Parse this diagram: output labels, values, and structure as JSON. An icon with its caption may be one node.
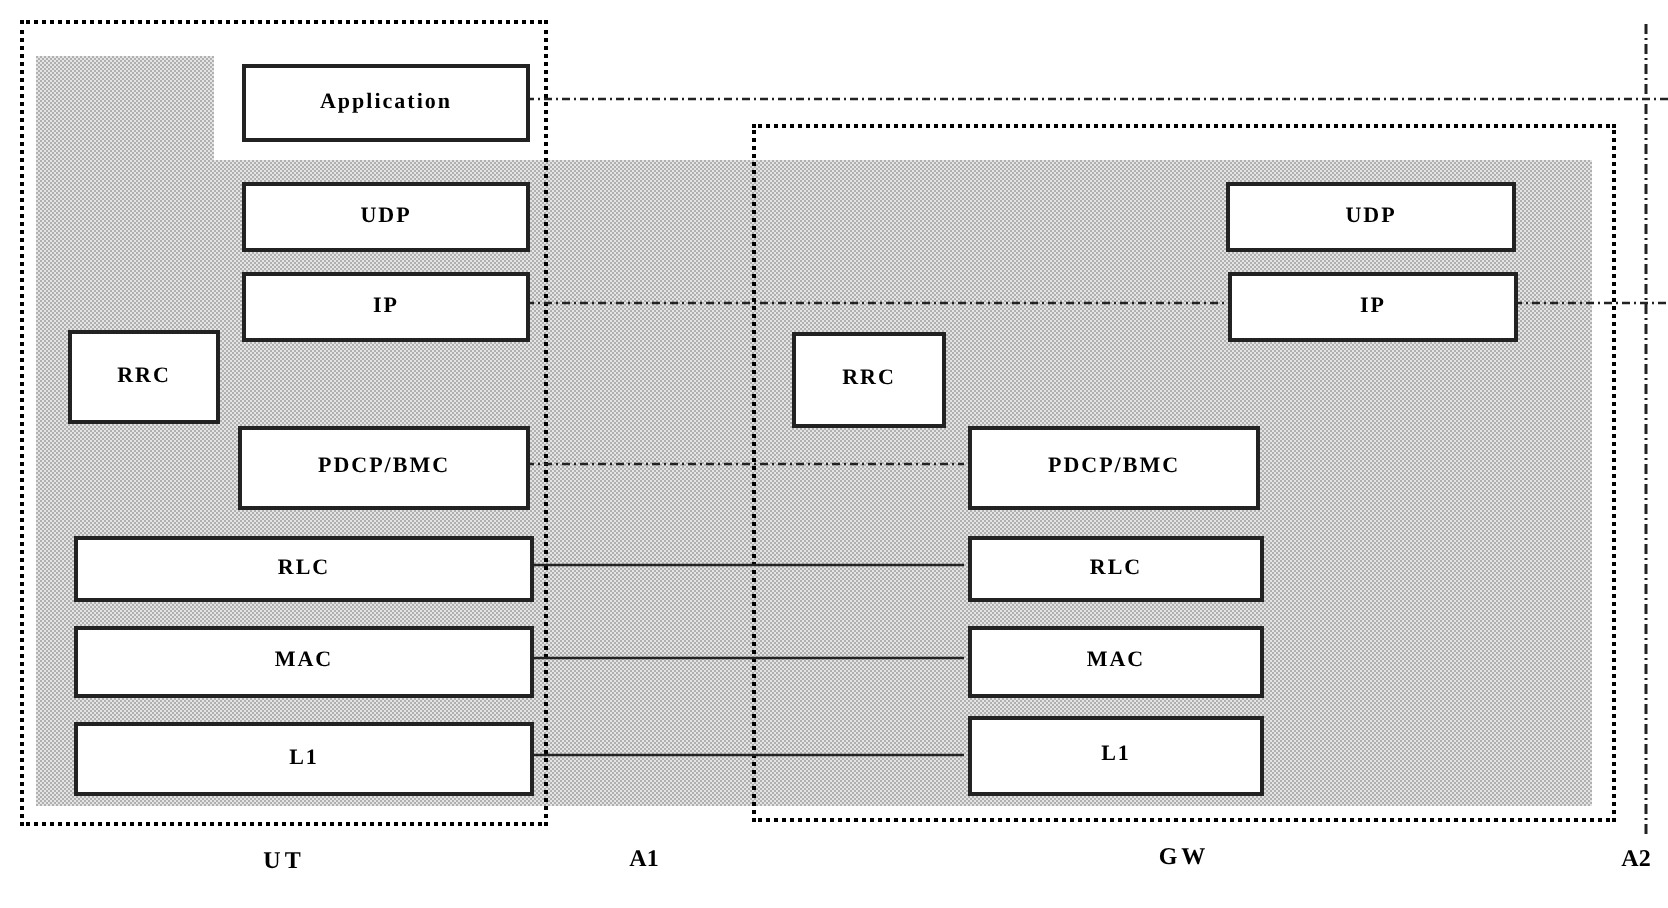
{
  "diagram": {
    "nodes": [
      {
        "text": [
          "UT"
        ]
      },
      {
        "text": [
          "Application"
        ],
        "in": 0
      },
      {
        "text": [
          "UDP"
        ],
        "in": 0
      },
      {
        "text": [
          "IP"
        ],
        "in": 0
      },
      {
        "text": [
          "RRC"
        ],
        "in": 0
      },
      {
        "text": [
          "PDCP/BMC"
        ],
        "in": 0
      },
      {
        "text": [
          "RLC"
        ],
        "in": 0
      },
      {
        "text": [
          "MAC"
        ],
        "in": 0
      },
      {
        "text": [
          "L1"
        ],
        "in": 0
      },
      {
        "text": [
          "GW"
        ]
      },
      {
        "text": [
          "RRC"
        ],
        "in": 9
      },
      {
        "text": [
          "UDP"
        ],
        "in": 9
      },
      {
        "text": [
          "IP"
        ],
        "in": 9
      },
      {
        "text": [
          "PDCP/BMC"
        ],
        "in": 9
      },
      {
        "text": [
          "RLC"
        ],
        "in": 9
      },
      {
        "text": [
          "MAC"
        ],
        "in": 9
      },
      {
        "text": [
          "L1"
        ],
        "in": 9
      }
    ],
    "edges": [
      {
        "from": 1,
        "to": null,
        "arrow": "none",
        "style": "dashed"
      },
      {
        "from": 3,
        "to": 12,
        "arrow": "none",
        "style": "dashed"
      },
      {
        "from": 12,
        "to": null,
        "arrow": "none",
        "style": "dashed"
      },
      {
        "from": 5,
        "to": 13,
        "arrow": "none",
        "style": "dashed"
      },
      {
        "from": 6,
        "to": 14,
        "arrow": "none"
      },
      {
        "from": 7,
        "to": 15,
        "arrow": "none"
      },
      {
        "from": 8,
        "to": 16,
        "arrow": "none"
      }
    ],
    "labels": [
      "A1",
      "A2"
    ]
  }
}
